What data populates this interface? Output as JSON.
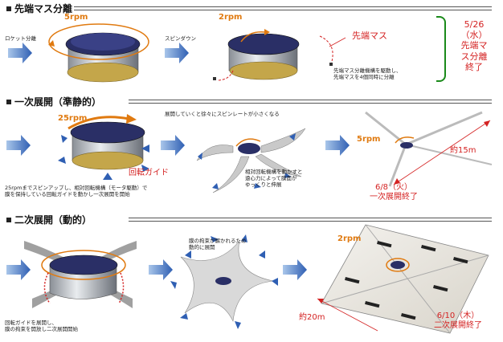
{
  "sections": {
    "s1": {
      "title": "先端マス分離"
    },
    "s2": {
      "title": "一次展開（準静的）"
    },
    "s3": {
      "title": "二次展開（動的）"
    }
  },
  "s1": {
    "rocket_sep": "ロケット分離",
    "spin_down": "スピンダウン",
    "rpm_a": "5rpm",
    "rpm_b": "2rpm",
    "tip_mass": "先端マス",
    "note": "先端マス分離機構を駆動し、\n先端マスを4個同時に分離",
    "date": "5/26\n（水）\n先端マ\nス分離\n終了"
  },
  "s2": {
    "rpm_a": "25rpm",
    "note_top": "展開していくと徐々にスピンレートが小さくなる",
    "guide": "回転ガイド",
    "note_bottom": "25rpmまでスピンアップし、相対回転機構（モータ駆動）で\n膜を保持している回転ガイドを動かし一次展開を開始",
    "note_mid": "相対回転機構を動かすと\n遠心力によって膜面が\nゆっくりと伸展",
    "rpm_b": "5rpm",
    "span": "約15m",
    "date": "6/8（火）\n一次展開終了"
  },
  "s3": {
    "note_mid": "膜の拘束が解かれるため\n動的に展開",
    "note_bottom": "回転ガイドを展開し、\n膜の拘束を開放し二次展開開始",
    "rpm": "2rpm",
    "span": "約20m",
    "date": "6/10（木）\n二次展開終了"
  }
}
